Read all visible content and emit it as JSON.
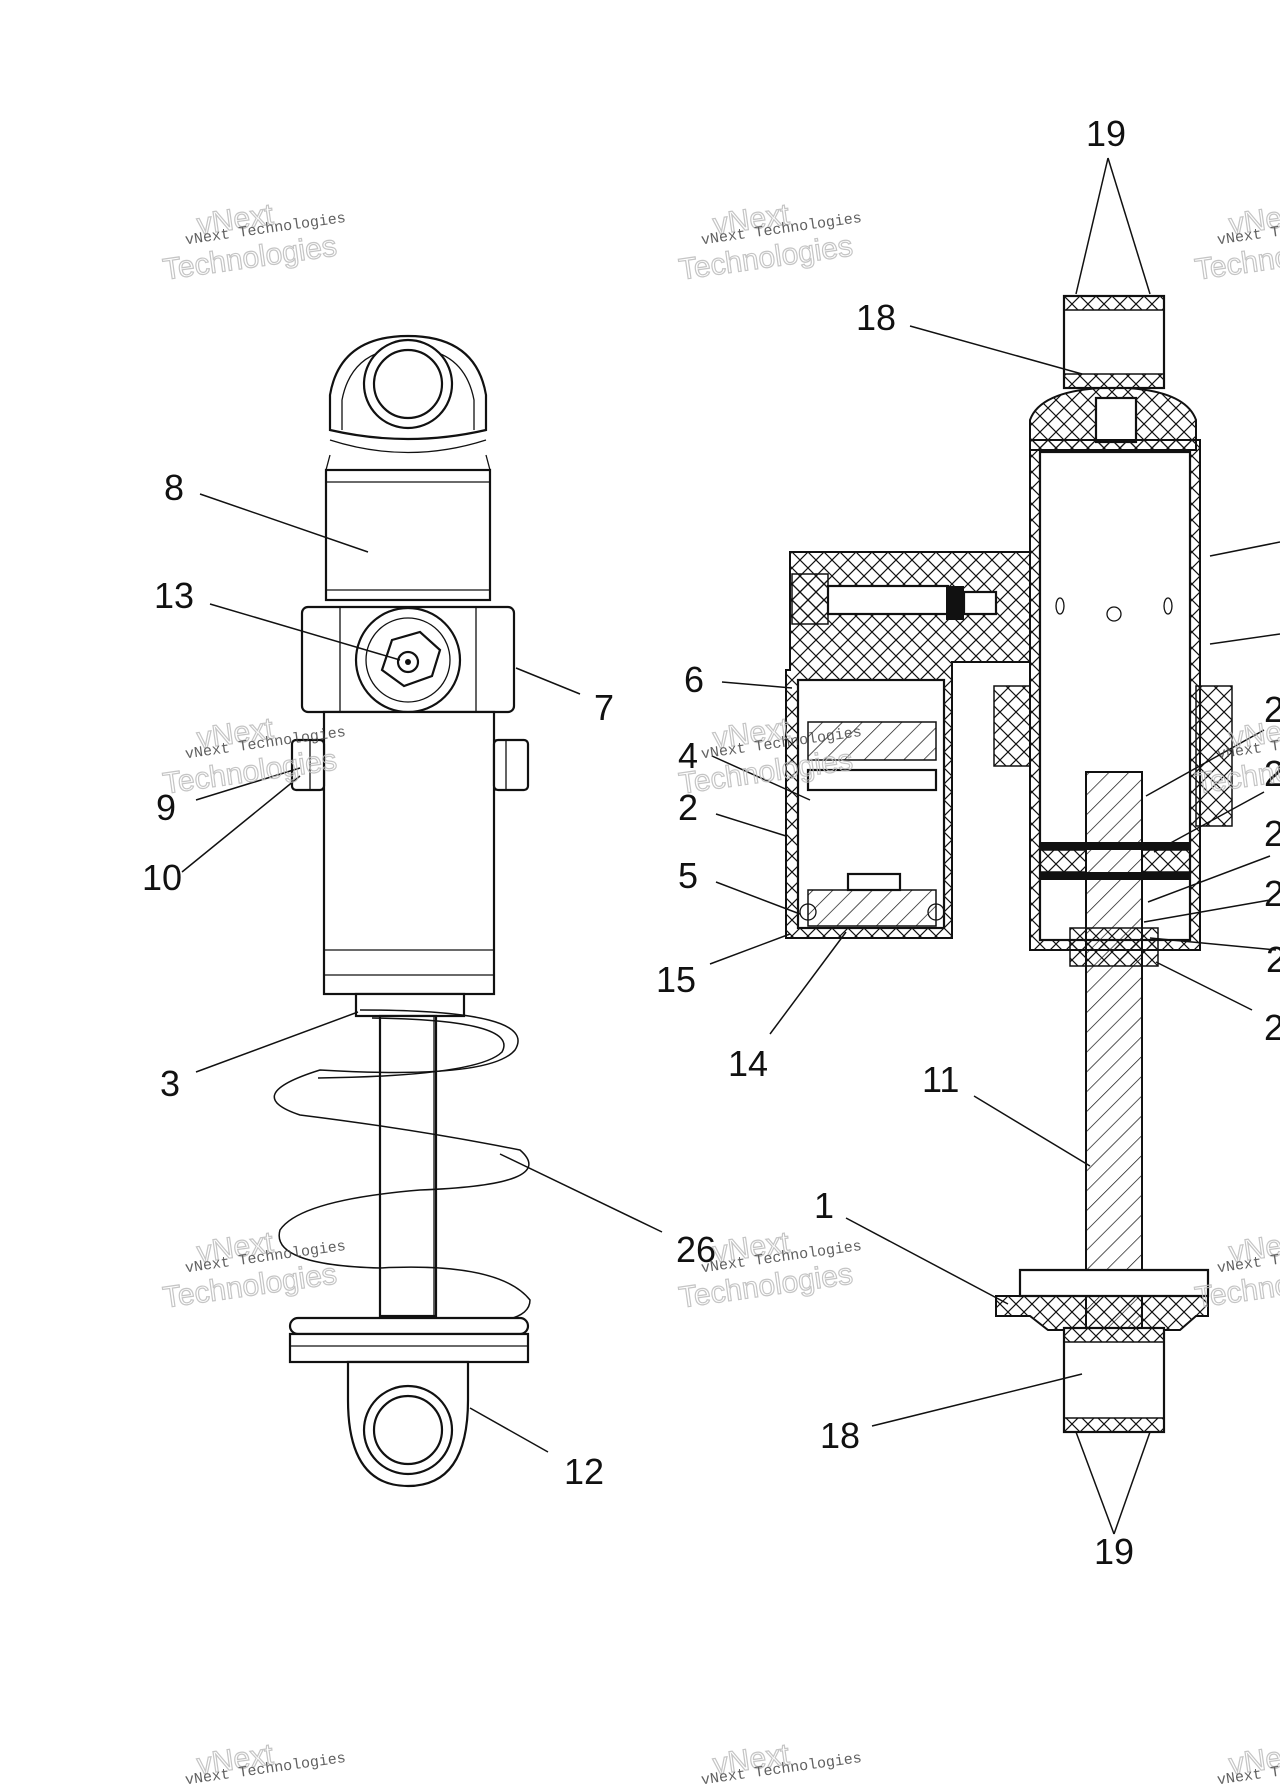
{
  "watermark": {
    "line1": "vNext Technologies",
    "line2": "Technologies",
    "line3": "vNext"
  },
  "callouts": {
    "c8": "8",
    "c13": "13",
    "c7": "7",
    "c9": "9",
    "c10": "10",
    "c3": "3",
    "c26": "26",
    "c12": "12",
    "c19_top": "19",
    "c18_top": "18",
    "c6": "6",
    "c4": "4",
    "c2": "2",
    "c5": "5",
    "c15": "15",
    "c14": "14",
    "c11": "11",
    "c1": "1",
    "c18_bottom": "18",
    "c19_bottom": "19",
    "c_r1": "2",
    "c_r2": "2",
    "c_r3": "2",
    "c_r4": "2",
    "c_r5": "2",
    "c_r6": "2"
  }
}
